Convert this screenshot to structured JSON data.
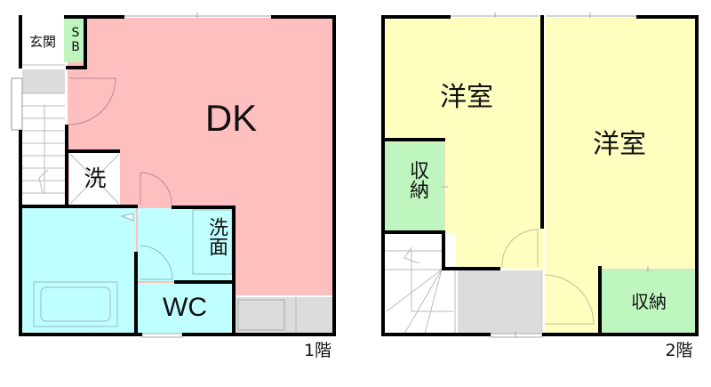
{
  "floor_plan": {
    "floors": [
      {
        "label": "1階",
        "rooms": {
          "entrance": "玄関",
          "shoe_box": "SB",
          "dining_kitchen": "DK",
          "laundry": "洗",
          "washroom": "洗面",
          "toilet": "WC"
        }
      },
      {
        "label": "2階",
        "rooms": {
          "western_room_left": "洋室",
          "western_room_right": "洋室",
          "storage_left": "収納",
          "storage_right": "収納"
        }
      }
    ],
    "colors": {
      "dk": "#ffbfbf",
      "wet_area": "#bfffff",
      "western_room": "#ffffc0",
      "storage": "#bff5bf",
      "hall": "#dcdcdc",
      "wall": "#000000"
    }
  }
}
